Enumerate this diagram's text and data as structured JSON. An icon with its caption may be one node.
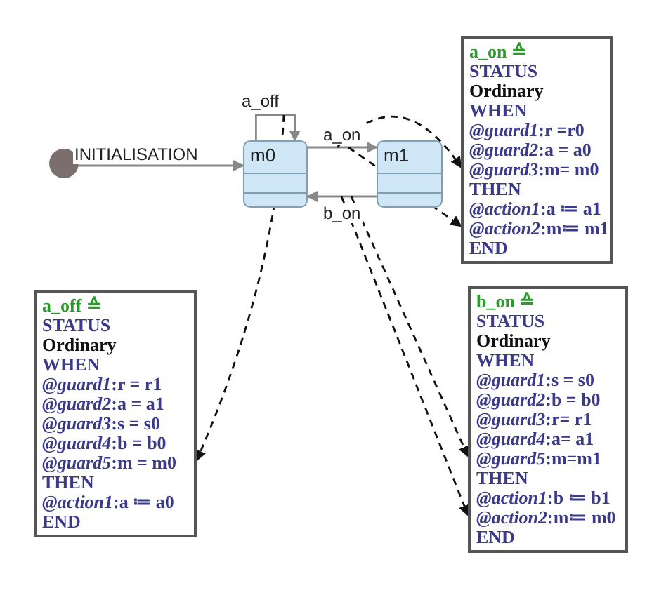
{
  "diagram": {
    "nodes": [
      {
        "text": [],
        "shape": "circle"
      },
      {
        "text": [
          "m0"
        ]
      },
      {
        "text": [
          "m1"
        ]
      },
      {
        "text": [
          "a_on ≙",
          "STATUS",
          "Ordinary",
          "WHEN",
          "*@guard1*:r =r0",
          "*@guard2*:a = a0",
          "*@guard3*:m= m0",
          "THEN",
          "*@action1*:a ≔ a1",
          "*@action2*:m≔ m1",
          "END"
        ]
      },
      {
        "text": [
          "a_off ≙",
          "STATUS",
          "Ordinary",
          "WHEN",
          "*@guard1*:r = r1",
          "*@guard2*:a = a1",
          "*@guard3*:s = s0",
          "*@guard4*:b = b0",
          "*@guard5*:m = m0",
          "THEN",
          "*@action1*:a ≔ a0",
          "END"
        ]
      },
      {
        "text": [
          "b_on ≙",
          "STATUS",
          "Ordinary",
          "WHEN",
          "*@guard1*:s = s0",
          "*@guard2*:b = b0",
          "*@guard3*:r= r1",
          "*@guard4*:a= a1",
          "*@guard5*:m=m1",
          "THEN",
          "*@action1*:b ≔ b1",
          "*@action2*:m≔ m0",
          "END"
        ]
      }
    ],
    "edges": [
      {
        "from": 0,
        "to": 1,
        "arrow": "to",
        "label": "INITIALISATION",
        "color": "#888888"
      },
      {
        "from": 1,
        "to": 1,
        "arrow": "to",
        "label": "a_off",
        "color": "#888888"
      },
      {
        "from": 1,
        "to": 2,
        "arrow": "to",
        "label": "a_on",
        "color": "#888888"
      },
      {
        "from": 2,
        "to": 1,
        "arrow": "to",
        "label": "b_on",
        "color": "#888888"
      },
      {
        "from": null,
        "to": 3,
        "arrow": "to",
        "style": "dashed"
      },
      {
        "from": null,
        "to": 3,
        "arrow": "to",
        "style": "dashed"
      },
      {
        "from": null,
        "to": 4,
        "arrow": "to",
        "style": "dashed"
      },
      {
        "from": null,
        "to": 5,
        "arrow": "to",
        "style": "dashed"
      },
      {
        "from": null,
        "to": 5,
        "arrow": "to",
        "style": "dashed"
      }
    ]
  }
}
